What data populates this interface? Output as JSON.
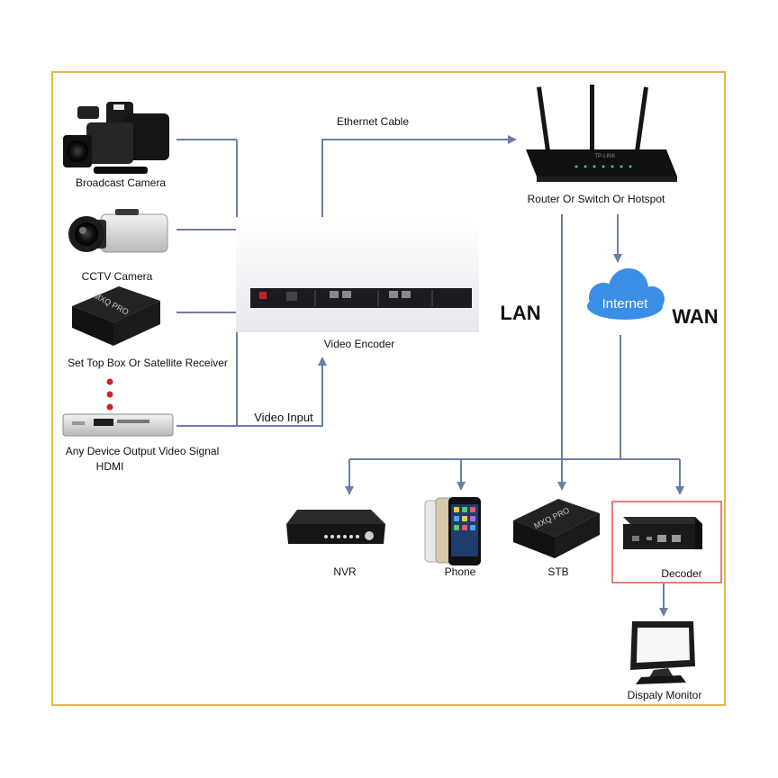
{
  "labels": {
    "broadcast_camera": "Broadcast Camera",
    "cctv_camera": "CCTV Camera",
    "set_top_box": "Set Top Box Or Satellite Receiver",
    "any_device": "Any Device Output Video Signal",
    "hdmi": "HDMI",
    "video_input": "Video Input",
    "video_encoder": "Video Encoder",
    "ethernet_cable": "Ethernet Cable",
    "router": "Router Or Switch Or Hotspot",
    "lan": "LAN",
    "wan": "WAN",
    "internet": "Internet",
    "nvr": "NVR",
    "phone": "Phone",
    "stb": "STB",
    "decoder": "Decoder",
    "display_monitor": "Dispaly Monitor",
    "mxq_brand": "MXQ PRO",
    "router_brand": "TP-LINK"
  },
  "colors": {
    "frame": "#e6b450",
    "line": "#6b7fa6",
    "cloud": "#3a8ee6",
    "decoder_box": "#d9534f",
    "text": "#111111"
  }
}
